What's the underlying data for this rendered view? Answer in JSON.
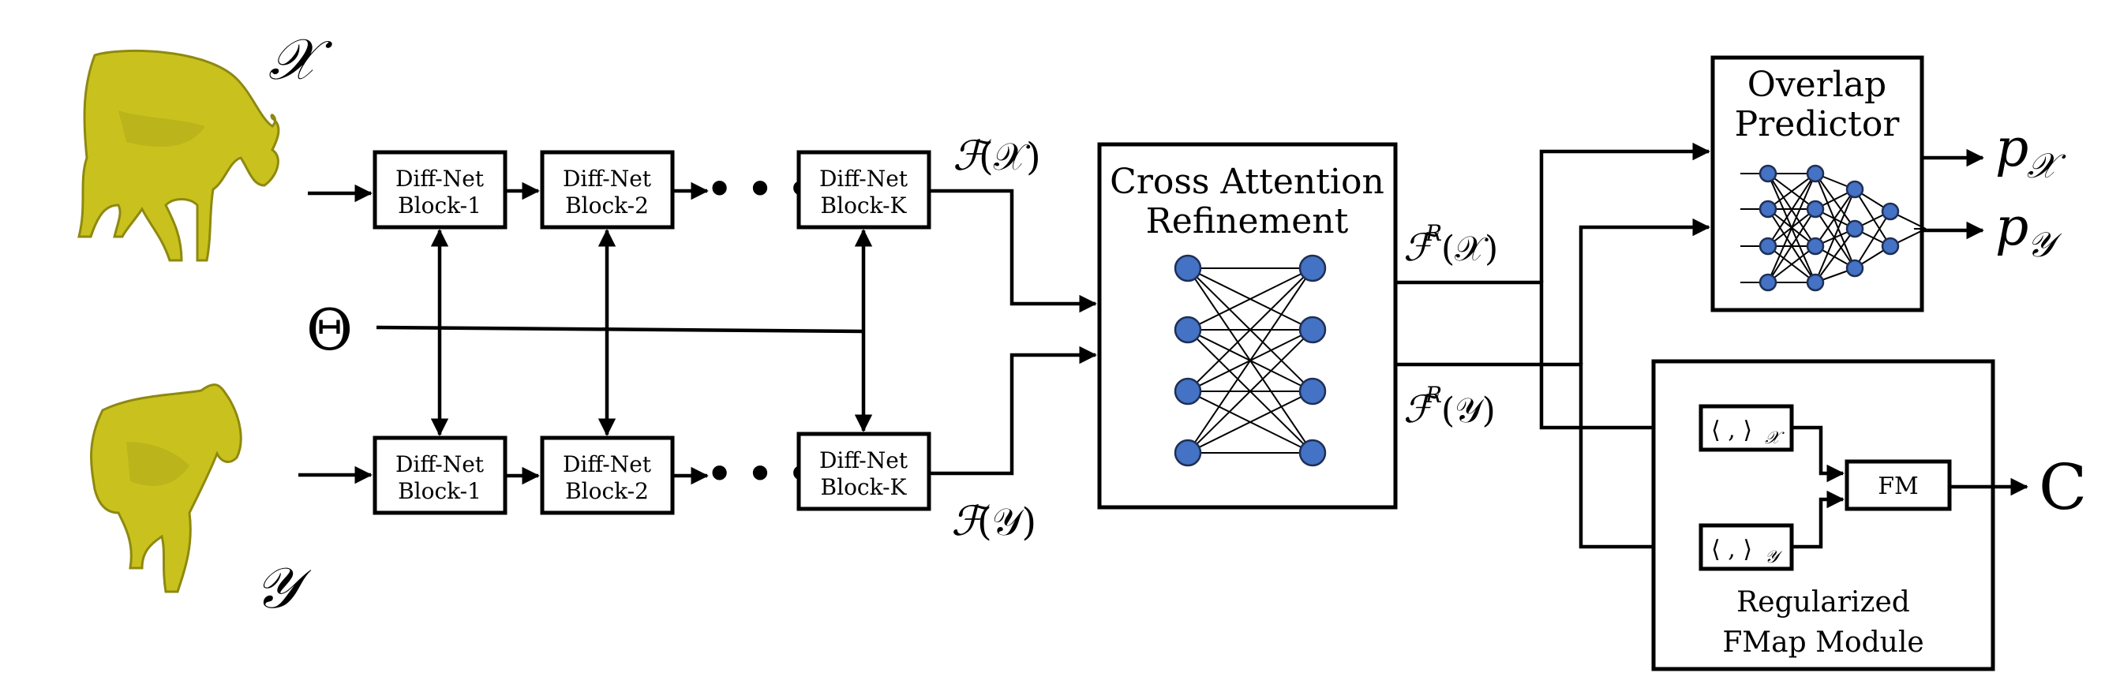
{
  "shapes": {
    "source": "𝒳",
    "target": "𝒴"
  },
  "theta": "Θ",
  "diffnet": {
    "top": [
      {
        "line1": "Diff-Net",
        "line2": "Block-1"
      },
      {
        "line1": "Diff-Net",
        "line2": "Block-2"
      },
      {
        "line1": "Diff-Net",
        "line2": "Block-K"
      }
    ],
    "bottom": [
      {
        "line1": "Diff-Net",
        "line2": "Block-1"
      },
      {
        "line1": "Diff-Net",
        "line2": "Block-2"
      },
      {
        "line1": "Diff-Net",
        "line2": "Block-K"
      }
    ],
    "ellipsis": "• • •"
  },
  "features": {
    "fx": {
      "sym": "ℱ",
      "arg": "(𝒳)"
    },
    "fy": {
      "sym": "ℱ",
      "arg": "(𝒴)"
    },
    "frx": {
      "sym": "ℱ",
      "sup": "R",
      "arg": "(𝒳)"
    },
    "fry": {
      "sym": "ℱ",
      "sup": "R",
      "arg": "(𝒴)"
    }
  },
  "cross_attention": {
    "line1": "Cross Attention",
    "line2": "Refinement"
  },
  "overlap": {
    "line1": "Overlap",
    "line2": "Predictor"
  },
  "outputs": {
    "px": {
      "p": "p",
      "sub": "𝒳"
    },
    "py": {
      "p": "p",
      "sub": "𝒴"
    },
    "c": "C"
  },
  "fmap_module": {
    "inner_x": {
      "text": "⟨ , ⟩",
      "sub": "𝒳"
    },
    "inner_y": {
      "text": "⟨ , ⟩",
      "sub": "𝒴"
    },
    "fm": "FM",
    "line1": "Regularized",
    "line2": "FMap Module"
  },
  "colors": {
    "node_blue": "#4472C4",
    "horse_yellow": "#c9c21e"
  }
}
